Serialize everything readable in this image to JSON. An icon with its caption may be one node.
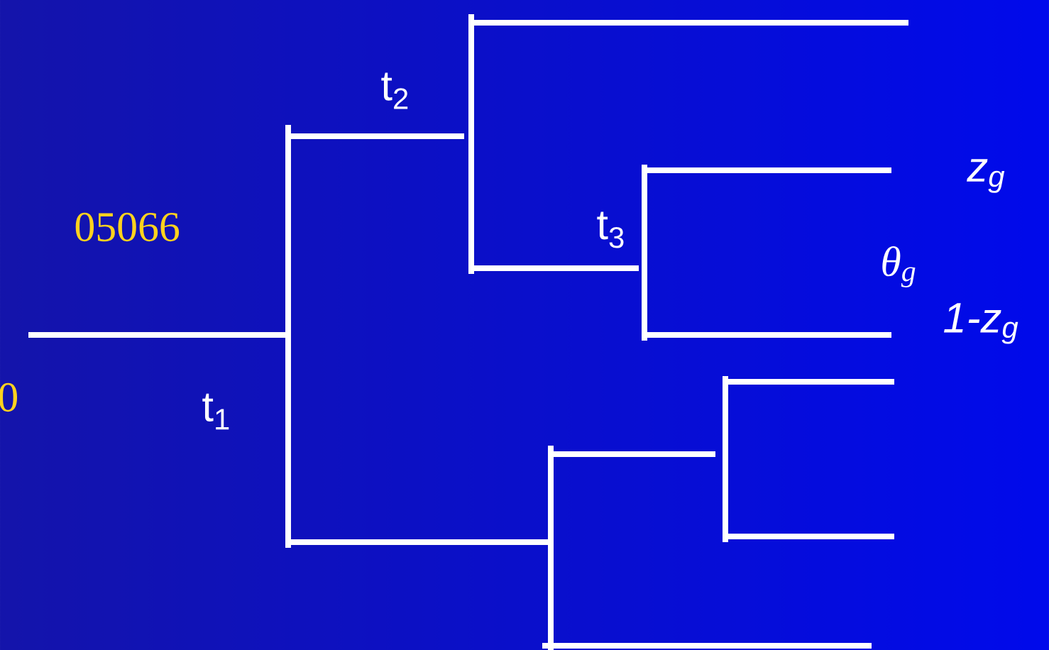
{
  "diagram": {
    "labels": [
      "t$_{2}$",
      "z$_{g}$",
      "05066",
      "t$_{3}$",
      "θ$_{g}$",
      "1-z$_{g}$",
      "0",
      "t$_{1}$"
    ]
  }
}
